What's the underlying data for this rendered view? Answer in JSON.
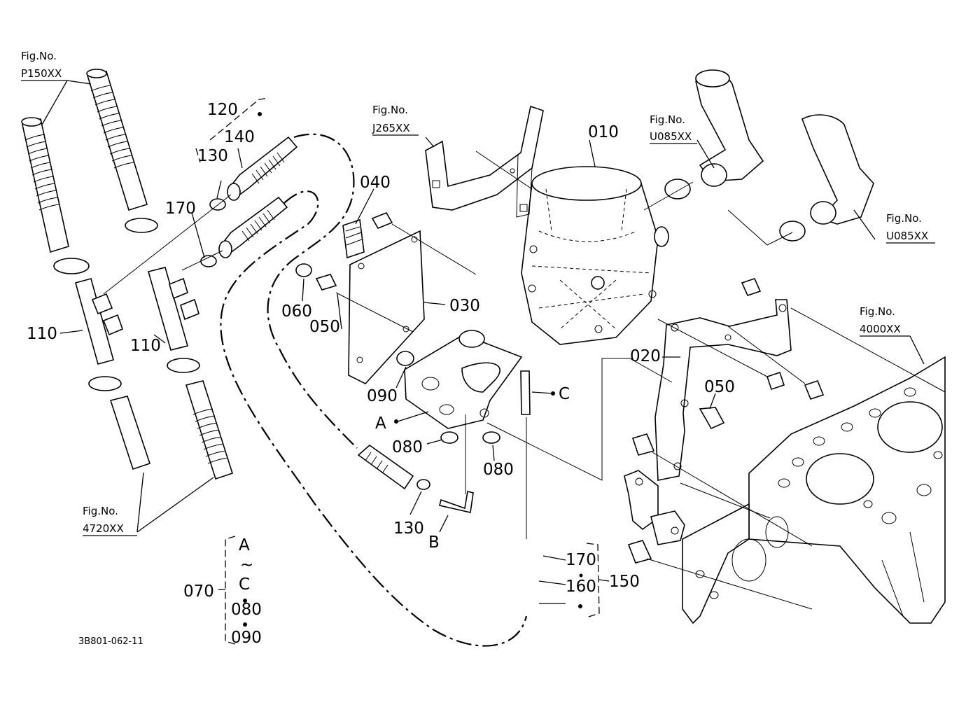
{
  "diagram_code": "3B801-062-11",
  "fig_refs": [
    {
      "id": "p150",
      "title": "Fig.No.",
      "code": "P150XX"
    },
    {
      "id": "j265",
      "title": "Fig.No.",
      "code": "J265XX"
    },
    {
      "id": "u085a",
      "title": "Fig.No.",
      "code": "U085XX"
    },
    {
      "id": "u085b",
      "title": "Fig.No.",
      "code": "U085XX"
    },
    {
      "id": "4000",
      "title": "Fig.No.",
      "code": "4000XX"
    },
    {
      "id": "4720",
      "title": "Fig.No.",
      "code": "4720XX"
    }
  ],
  "part_labels": {
    "p010": "010",
    "p020": "020",
    "p030": "030",
    "p040": "040",
    "p050a": "050",
    "p050b": "050",
    "p060": "060",
    "p070": "070",
    "p080a": "080",
    "p080b": "080",
    "p090": "090",
    "p110a": "110",
    "p110b": "110",
    "p120": "120",
    "p130a": "130",
    "p130b": "130",
    "p140": "140",
    "p150": "150",
    "p160": "160",
    "p170a": "170",
    "p170b": "170"
  },
  "letters": {
    "a": "A",
    "b": "B",
    "c": "C"
  },
  "kit_070": {
    "a": "A",
    "tilde": "~",
    "c": "C",
    "p080": "080",
    "p090": "090"
  }
}
